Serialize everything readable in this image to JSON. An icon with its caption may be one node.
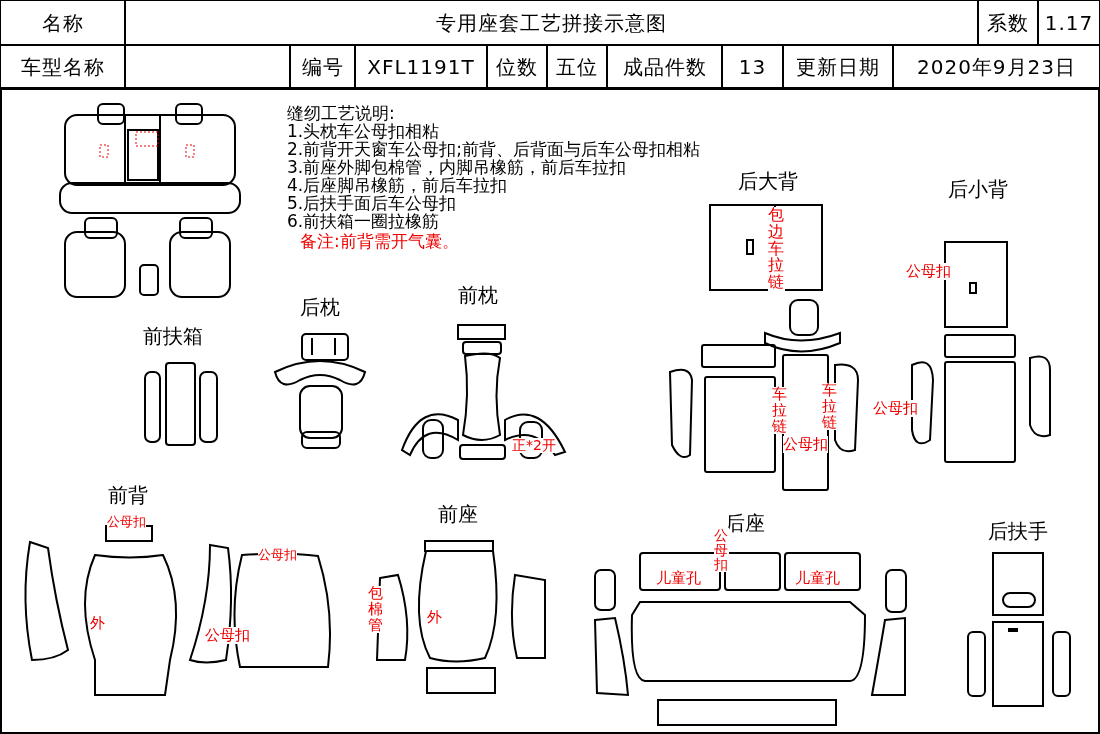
{
  "diagram": {
    "labels": [
      "名称",
      "专用座套工艺拼接示意图",
      "系数",
      "1.17",
      "车型名称",
      "编号",
      "XFL1191T",
      "位数",
      "五位",
      "成品件数",
      "13",
      "更新日期",
      "2020年9月23日",
      "缝纫工艺说明:",
      "1.头枕车公母扣相粘",
      "2.前背开天窗车公母扣;前背、后背面与后车公母扣相粘",
      "3.前座外脚包棉管，内脚吊橡筋，前后车拉扣",
      "4.后座脚吊橡筋，前后车拉扣",
      "5.后扶手面后车公母扣",
      "6.前扶箱一圈拉橡筋",
      "备注:前背需开气囊。",
      "后大背",
      "后小背",
      "后枕",
      "前枕",
      "前扶箱",
      "前背",
      "前座",
      "后座",
      "后扶手",
      "包边车拉链",
      "公母扣",
      "正*2开",
      "车拉链",
      "车拉链",
      "公母扣",
      "公母扣",
      "公母扣",
      "外",
      "公母扣",
      "公母扣",
      "包棉管",
      "外",
      "公母扣",
      "儿童孔",
      "儿童孔"
    ]
  }
}
